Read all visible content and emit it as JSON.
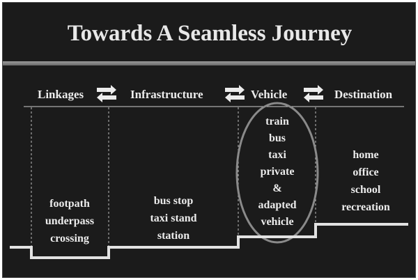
{
  "title": "Towards A Seamless Journey",
  "stages": [
    "Linkages",
    "Infrastructure",
    "Vehicle",
    "Destination"
  ],
  "columns": {
    "linkages": [
      "footpath",
      "underpass",
      "crossing"
    ],
    "infrastructure": [
      "bus stop",
      "taxi stand",
      "station"
    ],
    "vehicle": [
      "train",
      "bus",
      "taxi",
      "private",
      "&",
      "adapted",
      "vehicle"
    ],
    "destination": [
      "home",
      "office",
      "school",
      "recreation"
    ]
  },
  "colors": {
    "background": "#1b1b1b",
    "text": "#ececec",
    "lines": "#d8d8d8",
    "ellipse": "#8a8a8a"
  }
}
